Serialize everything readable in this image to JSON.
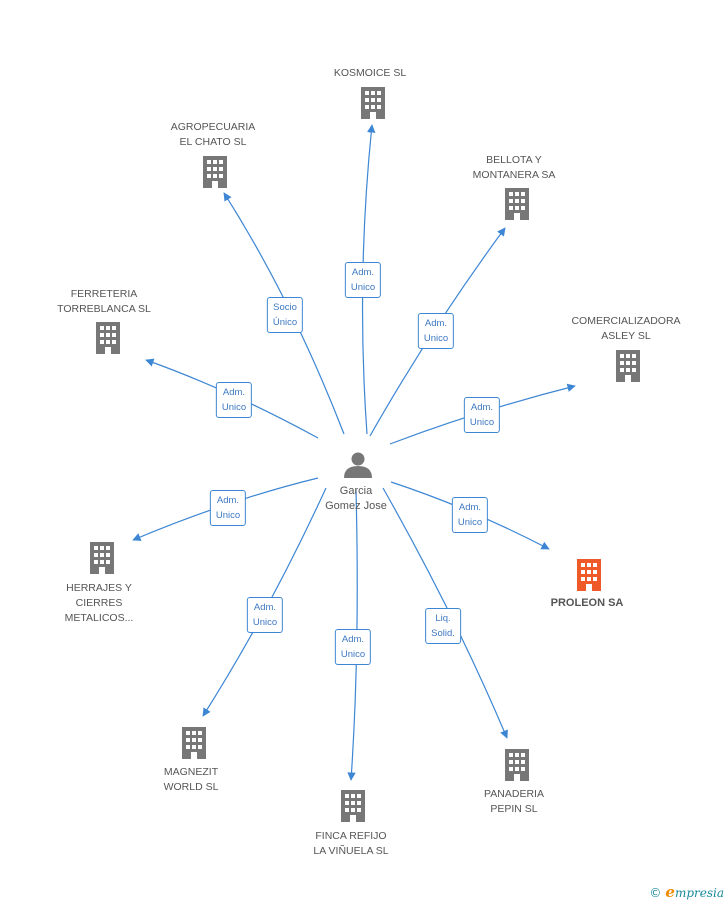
{
  "center": {
    "name_line1": "Garcia",
    "name_line2": "Gomez Jose",
    "icon": "person-icon"
  },
  "colors": {
    "edge": "#3d86d4",
    "building": "#777777",
    "highlight": "#f05a28"
  },
  "nodes": [
    {
      "id": "kosmoice",
      "line1": "KOSMOICE SL",
      "line2": "",
      "role1": "Adm.",
      "role2": "Unico",
      "highlight": false
    },
    {
      "id": "agropecuaria",
      "line1": "AGROPECUARIA",
      "line2": "EL CHATO SL",
      "role1": "Socio",
      "role2": "Único",
      "highlight": false
    },
    {
      "id": "bellota",
      "line1": "BELLOTA Y",
      "line2": "MONTANERA SA",
      "role1": "Adm.",
      "role2": "Unico",
      "highlight": false
    },
    {
      "id": "ferreteria",
      "line1": "FERRETERIA",
      "line2": "TORREBLANCA SL",
      "role1": "Adm.",
      "role2": "Unico",
      "highlight": false
    },
    {
      "id": "comercializadora",
      "line1": "COMERCIALIZADORA",
      "line2": "ASLEY SL",
      "role1": "Adm.",
      "role2": "Unico",
      "highlight": false
    },
    {
      "id": "herrajes",
      "line1": "HERRAJES Y",
      "line2": "CIERRES",
      "line3": "METALICOS...",
      "role1": "Adm.",
      "role2": "Unico",
      "highlight": false
    },
    {
      "id": "proleon",
      "line1": "PROLEON SA",
      "line2": "",
      "role1": "Adm.",
      "role2": "Unico",
      "highlight": true
    },
    {
      "id": "magnezit",
      "line1": "MAGNEZIT",
      "line2": "WORLD SL",
      "role1": "Adm.",
      "role2": "Unico",
      "highlight": false
    },
    {
      "id": "finca",
      "line1": "FINCA REFIJO",
      "line2": "LA VIÑUELA  SL",
      "role1": "Adm.",
      "role2": "Unico",
      "highlight": false
    },
    {
      "id": "panaderia",
      "line1": "PANADERIA",
      "line2": "PEPIN SL",
      "role1": "Liq.",
      "role2": "Solid.",
      "highlight": false
    }
  ],
  "brand": {
    "copyright": "©",
    "e": "e",
    "rest": "mpresia"
  }
}
